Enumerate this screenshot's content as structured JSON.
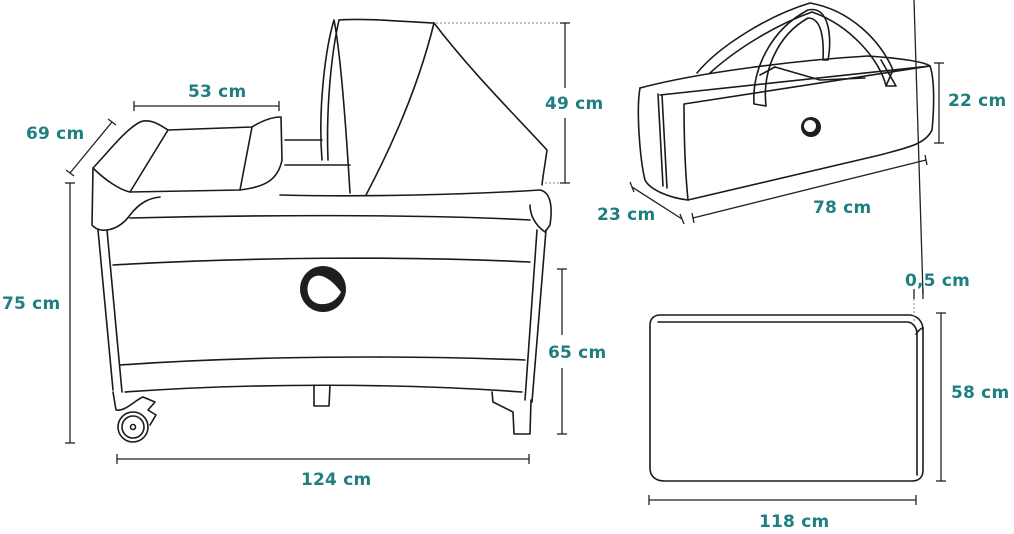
{
  "diagram": {
    "type": "product-dimensions",
    "label_color": "#1f7f80",
    "line_color": "#1a1a1a",
    "logo_icon": "ring-with-notch-logo",
    "views": {
      "playpen": {
        "name": "Travel cot with changing table and canopy",
        "dimensions": {
          "changer_width": "53 cm",
          "changer_depth": "69 cm",
          "canopy_height": "49 cm",
          "total_height": "75 cm",
          "frame_height": "65 cm",
          "length": "124 cm"
        }
      },
      "bag": {
        "name": "Carry bag",
        "dimensions": {
          "height": "22 cm",
          "depth": "23 cm",
          "length": "78 cm"
        }
      },
      "mattress": {
        "name": "Mattress",
        "dimensions": {
          "thickness": "0,5 cm",
          "width": "58 cm",
          "length": "118 cm"
        }
      }
    }
  }
}
